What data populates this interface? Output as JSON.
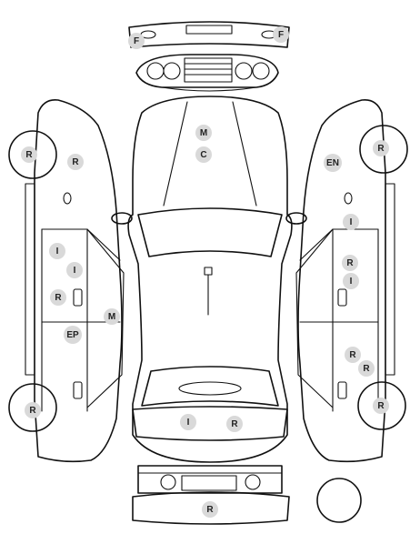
{
  "diagram": {
    "marker_fill": "#d9d9d9",
    "line_color": "#111111",
    "markers": [
      {
        "id": "front-bumper-left",
        "code": "F"
      },
      {
        "id": "front-bumper-right",
        "code": "F"
      },
      {
        "id": "hood-1",
        "code": "M"
      },
      {
        "id": "hood-2",
        "code": "C"
      },
      {
        "id": "left-front-wheel",
        "code": "R"
      },
      {
        "id": "left-front-fender",
        "code": "R"
      },
      {
        "id": "left-front-door-1",
        "code": "I"
      },
      {
        "id": "left-front-door-2",
        "code": "I"
      },
      {
        "id": "left-front-door-3",
        "code": "R"
      },
      {
        "id": "left-b-pillar",
        "code": "M"
      },
      {
        "id": "left-rear-door",
        "code": "EP"
      },
      {
        "id": "left-rear-wheel",
        "code": "R"
      },
      {
        "id": "right-front-wheel",
        "code": "R"
      },
      {
        "id": "right-front-fender",
        "code": "EN"
      },
      {
        "id": "right-mirror",
        "code": "I"
      },
      {
        "id": "right-front-door-1",
        "code": "R"
      },
      {
        "id": "right-front-door-2",
        "code": "I"
      },
      {
        "id": "right-rear-door-1",
        "code": "R"
      },
      {
        "id": "right-rear-door-2",
        "code": "R"
      },
      {
        "id": "right-rear-wheel",
        "code": "R"
      },
      {
        "id": "trunk-1",
        "code": "I"
      },
      {
        "id": "trunk-2",
        "code": "R"
      },
      {
        "id": "rear-bumper",
        "code": "R"
      }
    ]
  }
}
